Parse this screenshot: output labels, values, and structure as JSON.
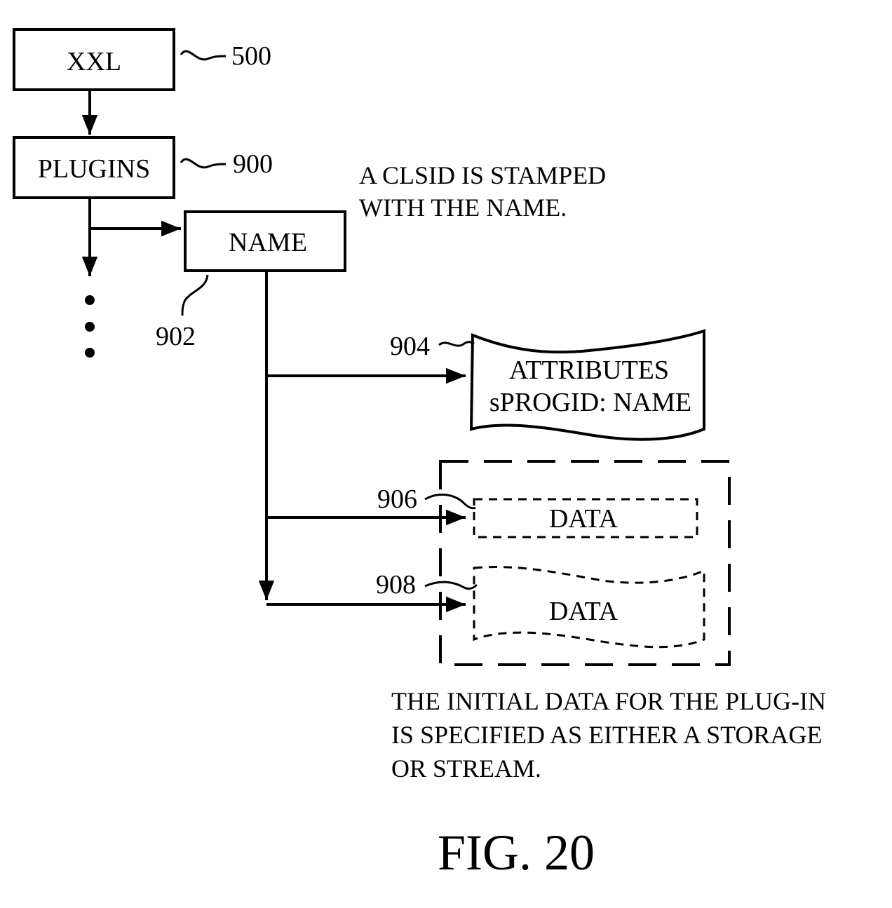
{
  "nodes": {
    "xxl": {
      "label": "XXL",
      "ref": "500"
    },
    "plugins": {
      "label": "PLUGINS",
      "ref": "900"
    },
    "name": {
      "label": "NAME",
      "ref": "902"
    },
    "attributes": {
      "line1": "ATTRIBUTES",
      "line2": "sPROGID: NAME",
      "ref": "904"
    },
    "data_storage": {
      "label": "DATA",
      "ref": "906"
    },
    "data_stream": {
      "label": "DATA",
      "ref": "908"
    }
  },
  "notes": {
    "clsid": [
      "A CLSID IS STAMPED",
      "WITH THE NAME."
    ],
    "initial_data": [
      "THE INITIAL DATA FOR THE PLUG-IN",
      "IS SPECIFIED AS EITHER A STORAGE",
      "OR STREAM."
    ]
  },
  "figure_label": "FIG. 20"
}
